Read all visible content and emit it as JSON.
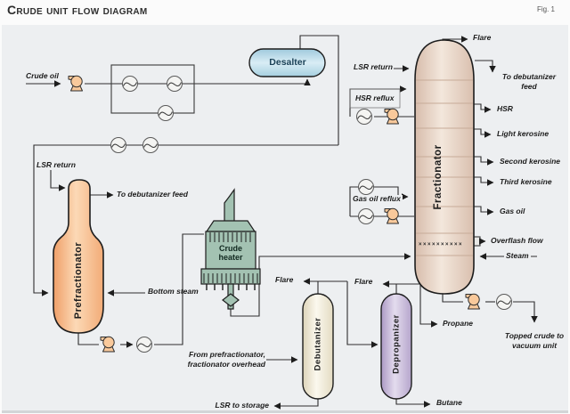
{
  "title": "Crude unit flow diagram",
  "figure_label": "Fig. 1",
  "vessels": {
    "desalter": "Desalter",
    "prefractionator": "Prefractionator",
    "fractionator": "Fractionator",
    "debutanizer": "Debutanizer",
    "depropanizer": "Depropanizer",
    "crude_heater_line1": "Crude",
    "crude_heater_line2": "heater"
  },
  "labels": {
    "crude_oil": "Crude oil",
    "lsr_return_prefractionator": "LSR return",
    "to_debutanizer_feed_prefractionator": "To debutanizer feed",
    "bottom_steam": "Bottom steam",
    "lsr_return_fractionator": "LSR return",
    "flare_fractionator": "Flare",
    "to_debutanizer_feed_line1": "To debutanizer",
    "to_debutanizer_feed_line2": "feed",
    "hsr_reflux": "HSR reflux",
    "gas_oil_reflux": "Gas oil reflux",
    "hsr": "HSR",
    "light_kerosine": "Light kerosine",
    "second_kerosine": "Second kerosine",
    "third_kerosine": "Third kerosine",
    "gas_oil": "Gas oil",
    "overflash_flow": "Overflash flow",
    "steam": "Steam",
    "tray_marks": "××××××××××",
    "flare_debutanizer": "Flare",
    "from_prefractionator_line1": "From prefractionator,",
    "from_prefractionator_line2": "fractionator overhead",
    "lsr_to_storage": "LSR to storage",
    "flare_depropanizer": "Flare",
    "propane": "Propane",
    "butane": "Butane",
    "topped_crude_line1": "Topped crude to",
    "topped_crude_line2": "vacuum unit"
  },
  "colors": {
    "panel_background": "#edeff1",
    "pipe_line": "#2e2e2e",
    "desalter_fill": "#b9d8e6",
    "prefractionator_fill": "#f6b183",
    "fractionator_fill": "#e6d2c4",
    "debutanizer_fill": "#f2ecda",
    "depropanizer_fill": "#cfc3df",
    "crude_heater_fill": "#a3c2b2",
    "pump_fill": "#f9c99b"
  }
}
